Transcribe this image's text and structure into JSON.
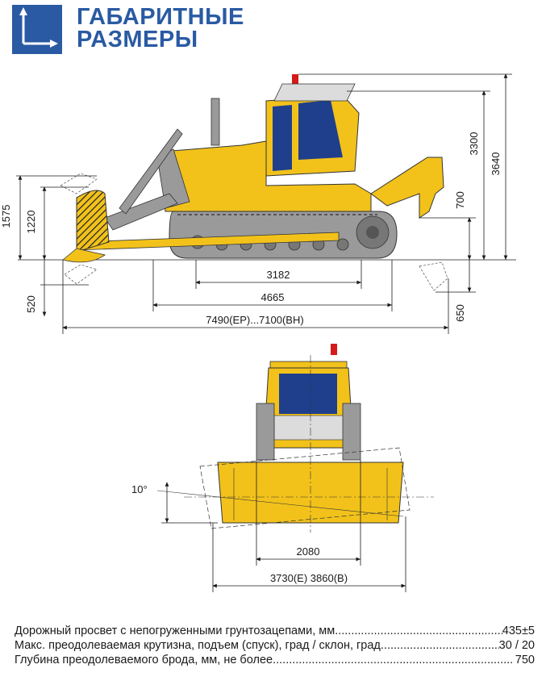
{
  "header": {
    "title_line1": "ГАБАРИТНЫЕ",
    "title_line2": "РАЗМЕРЫ",
    "logo_icon": "dimension-arrows-icon"
  },
  "side_view": {
    "dims": {
      "blade_height": "1575",
      "blade_lift": "1220",
      "blade_drop": "520",
      "track_base": "3182",
      "track_length": "4665",
      "overall_length": "7490(ЕР)...7100(ВН)",
      "cab_height": "3300",
      "overall_height": "3640",
      "ripper_lift": "700",
      "ripper_depth": "650"
    }
  },
  "front_view": {
    "dims": {
      "tilt_angle": "10°",
      "track_gauge": "2080",
      "blade_width": "3730(Е) 3860(В)"
    }
  },
  "specs": [
    {
      "label": "Дорожный просвет с непогруженными грунтозацепами, мм",
      "value": "435±5"
    },
    {
      "label": "Макс. преодолеваемая крутизна, подъем (спуск), град / склон, град",
      "value": "30 / 20"
    },
    {
      "label": "Глубина преодолеваемого брода, мм, не более",
      "value": "750"
    }
  ],
  "colors": {
    "brand_blue": "#2a5aa3",
    "machine_yellow": "#f2c21b",
    "track_gray": "#9a9a9a",
    "glass_blue": "#1f3f8c"
  }
}
